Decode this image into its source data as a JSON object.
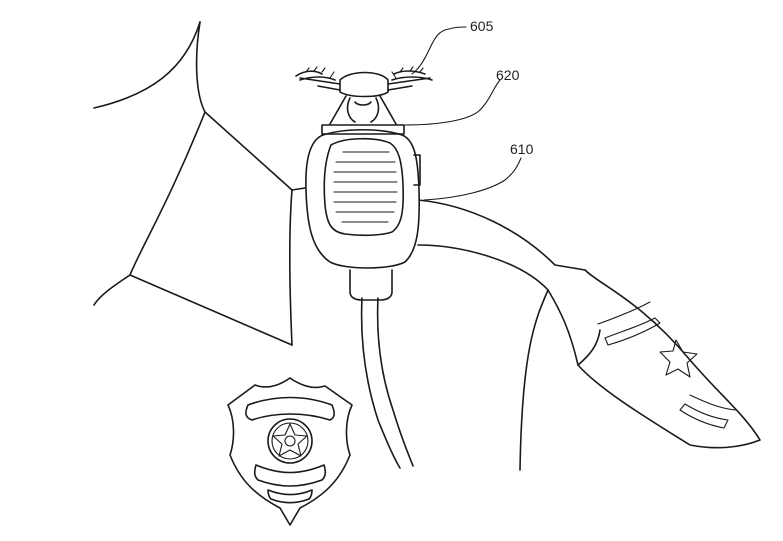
{
  "references": {
    "drone": "605",
    "mount": "620",
    "radio": "610"
  }
}
